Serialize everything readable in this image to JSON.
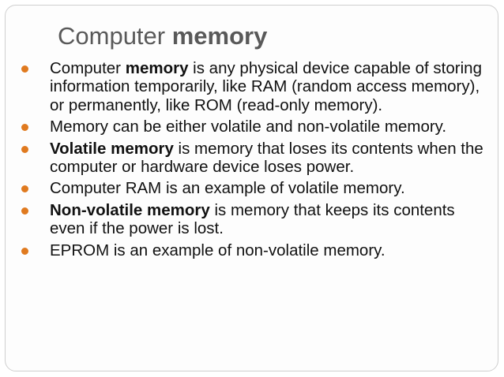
{
  "slide": {
    "title_plain": "Computer ",
    "title_bold": "memory",
    "bullet_color": "#E07A1F",
    "text_color": "#111111",
    "title_color": "#595959",
    "bullets": [
      {
        "pre": "Computer ",
        "bold": "memory",
        "post": " is any physical device capable of storing information temporarily, like RAM (random access memory), or permanently, like ROM (read-only memory)."
      },
      {
        "pre": "Memory can be either volatile and non-volatile memory.",
        "bold": "",
        "post": ""
      },
      {
        "pre": "",
        "bold": "Volatile memory",
        "post": " is memory that loses its contents when the computer or hardware device loses power."
      },
      {
        "pre": "Computer RAM is an example of volatile memory.",
        "bold": "",
        "post": ""
      },
      {
        "pre": "",
        "bold": "Non-volatile memory",
        "post": " is memory that keeps its contents even if the power is lost."
      },
      {
        "pre": "EPROM is an example of non-volatile memory.",
        "bold": "",
        "post": ""
      }
    ]
  }
}
